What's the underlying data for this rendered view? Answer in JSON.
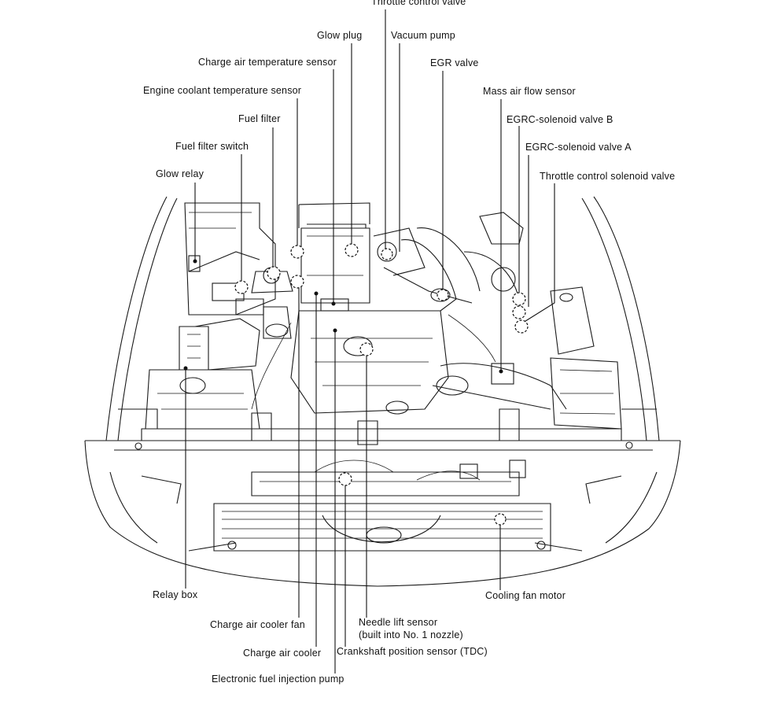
{
  "diagram": {
    "labels": {
      "throttle_control_valve": "Throttle control valve",
      "glow_plug": "Glow plug",
      "vacuum_pump": "Vacuum pump",
      "charge_air_temperature_sensor": "Charge air temperature sensor",
      "egr_valve": "EGR valve",
      "engine_coolant_temperature_sensor": "Engine coolant temperature sensor",
      "mass_air_flow_sensor": "Mass air flow sensor",
      "fuel_filter": "Fuel filter",
      "egrc_solenoid_valve_b": "EGRC-solenoid valve B",
      "fuel_filter_switch": "Fuel filter switch",
      "egrc_solenoid_valve_a": "EGRC-solenoid valve A",
      "glow_relay": "Glow relay",
      "throttle_control_solenoid_valve": "Throttle control solenoid valve",
      "relay_box": "Relay box",
      "cooling_fan_motor": "Cooling fan motor",
      "charge_air_cooler_fan": "Charge air cooler fan",
      "needle_lift_sensor": "Needle lift sensor",
      "needle_lift_sensor_note": "(built into No. 1 nozzle)",
      "charge_air_cooler": "Charge air cooler",
      "crankshaft_position_sensor": "Crankshaft position sensor (TDC)",
      "electronic_fuel_injection_pump": "Electronic fuel injection pump"
    }
  }
}
